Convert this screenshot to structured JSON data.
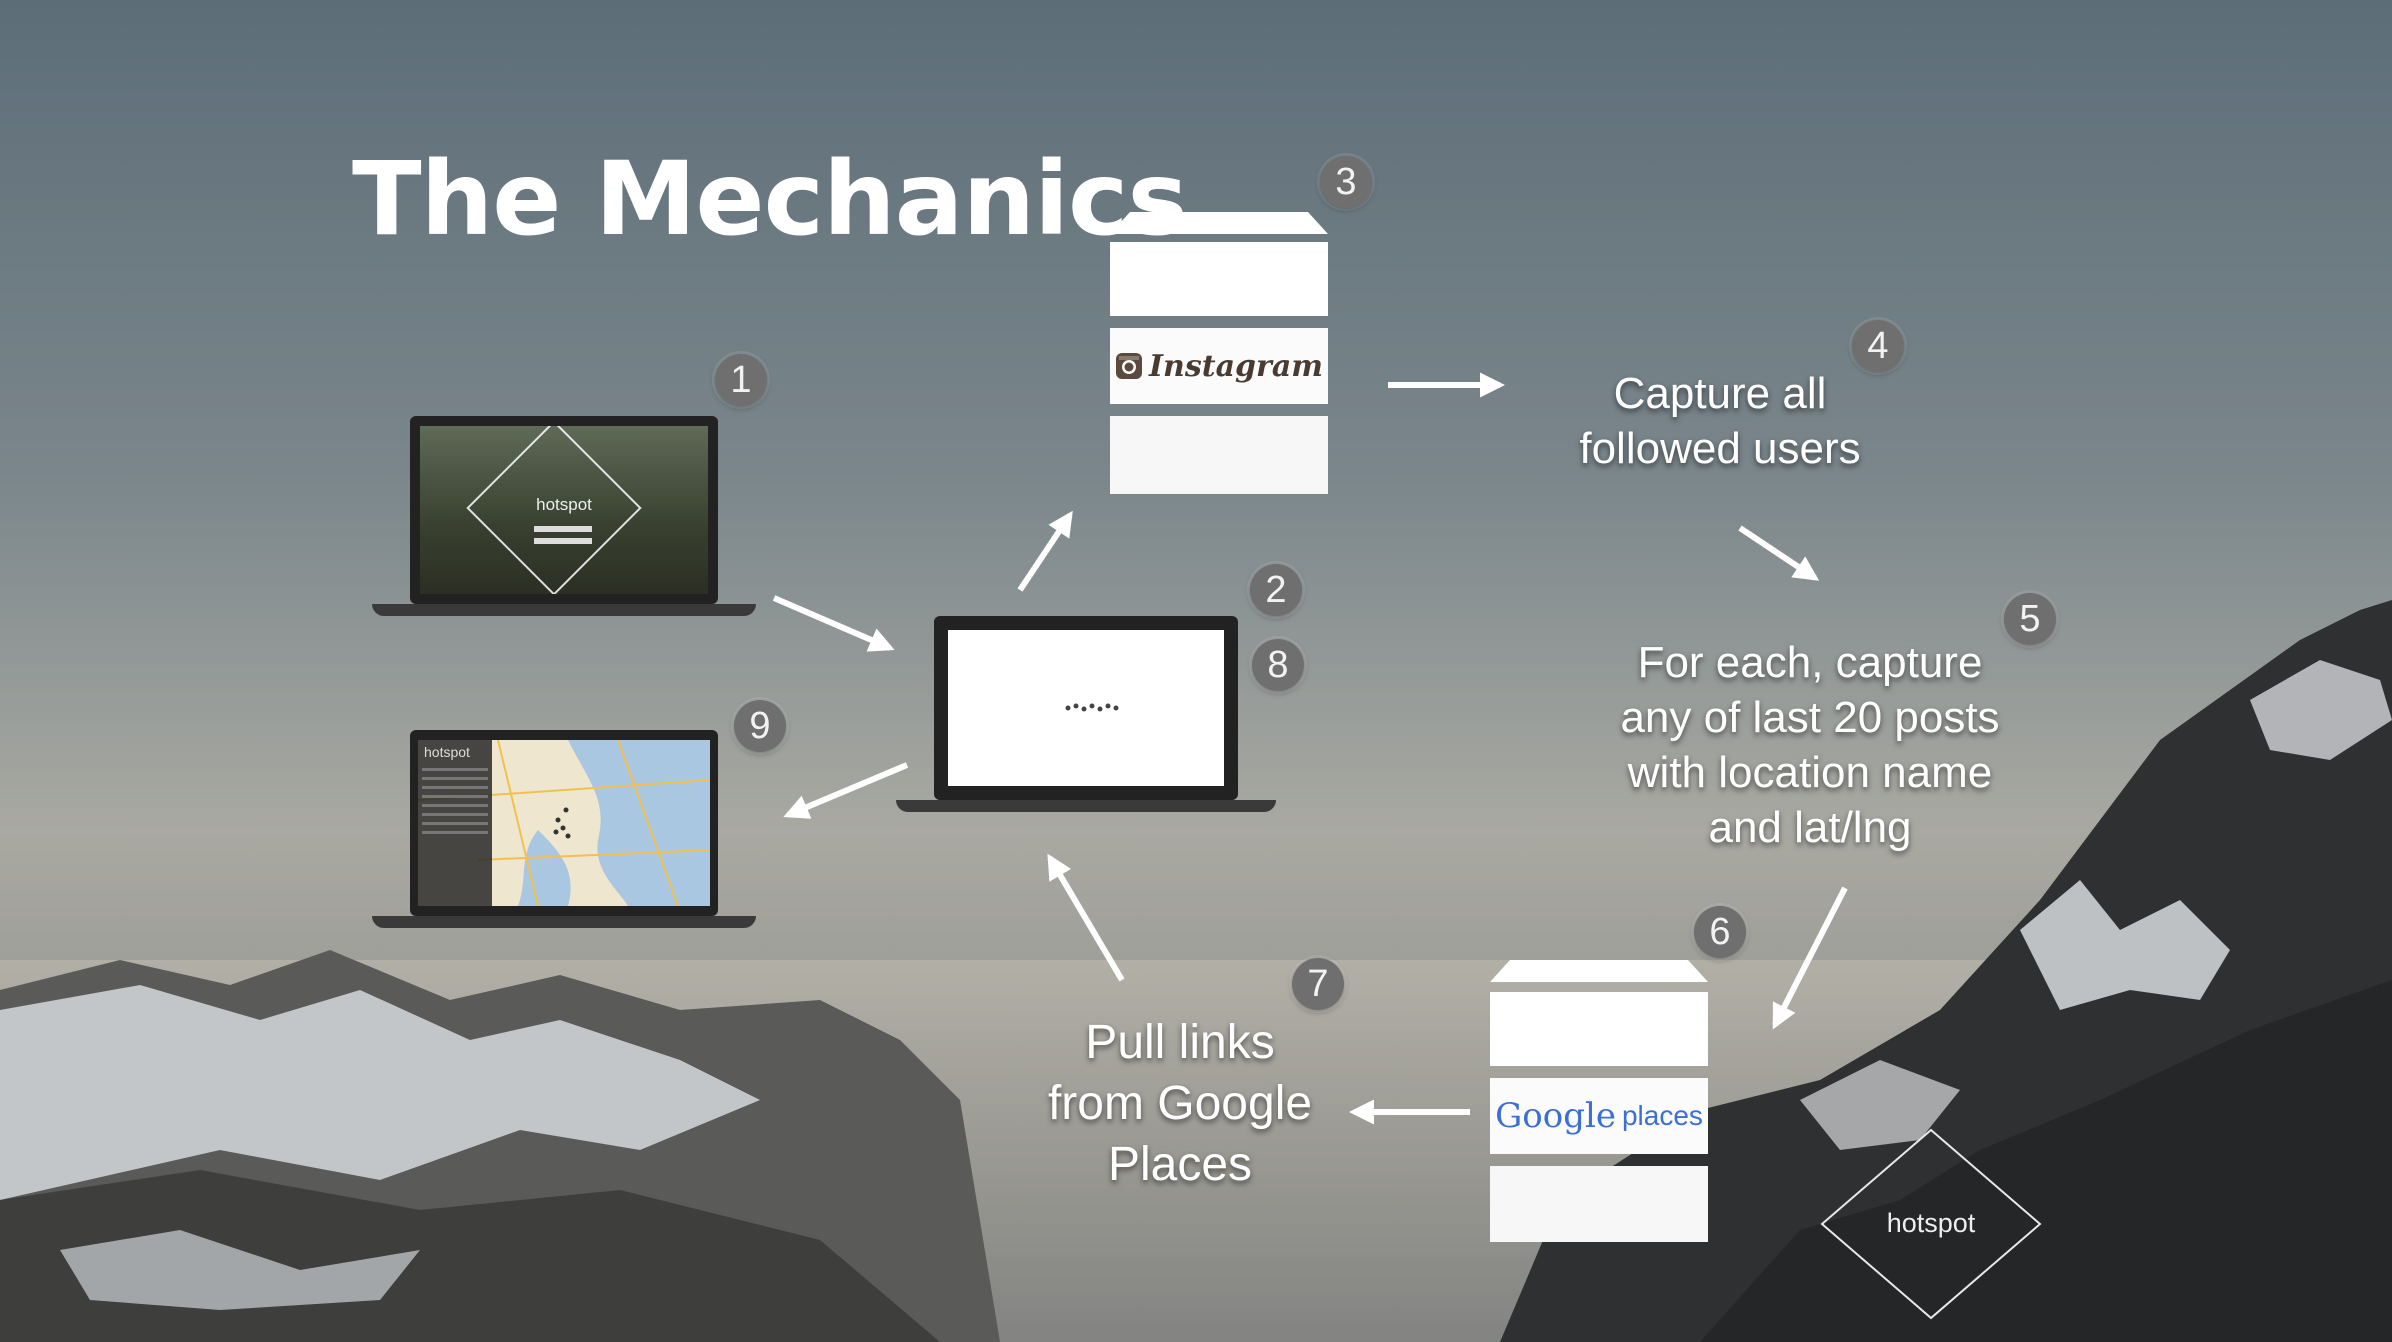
{
  "title": "The Mechanics",
  "steps": {
    "s1": "1",
    "s2": "2",
    "s3": "3",
    "s4": "4",
    "s5": "5",
    "s6": "6",
    "s7": "7",
    "s8": "8",
    "s9": "9"
  },
  "labels": {
    "capture_users": [
      "Capture all",
      "followed users"
    ],
    "capture_posts": [
      "For each, capture",
      "any of last 20 posts",
      "with location name",
      "and lat/lng"
    ],
    "pull_links": [
      "Pull links",
      "from Google",
      "Places"
    ]
  },
  "instagram": {
    "logo": "Instagram"
  },
  "google_places": {
    "google": "Google",
    "places": "places"
  },
  "laptop1": {
    "brand": "hotspot"
  },
  "laptop9": {
    "brand": "hotspot"
  },
  "brand_mark": "hotspot",
  "colors": {
    "white": "#ffffff",
    "badge": "#6f6f6f",
    "laptop": "#2a2a2a"
  },
  "icons": [
    "instagram-camera-icon",
    "loading-dots-icon",
    "map-pin-icon"
  ]
}
